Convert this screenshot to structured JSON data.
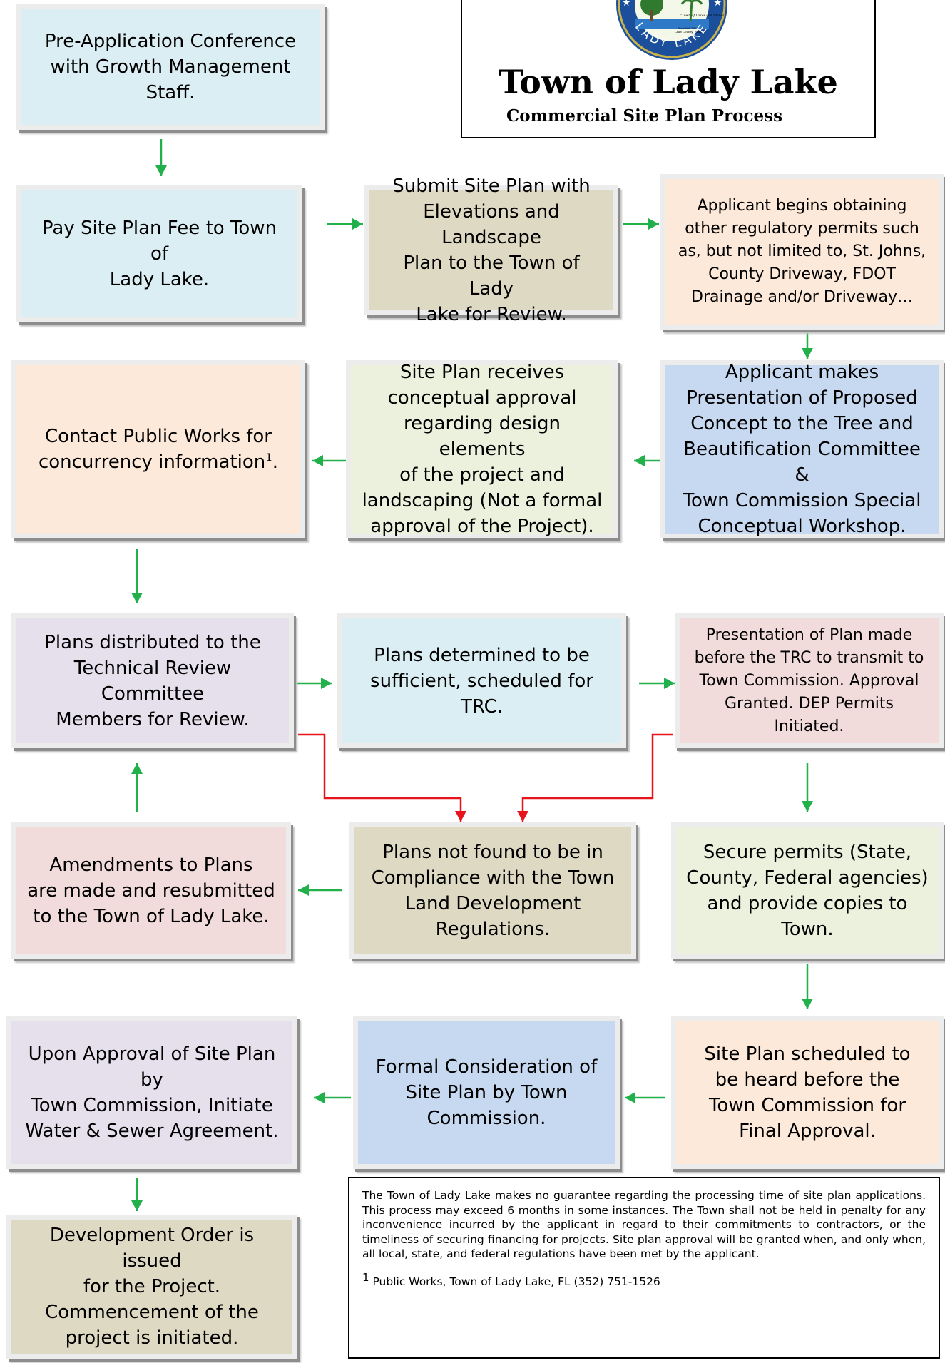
{
  "header": {
    "title": "Town of Lady Lake",
    "subtitle": "Commercial Site Plan Process",
    "seal": {
      "ring_text": "LADY LAKE",
      "motto": "\"Town of Lakes and Smiles\"",
      "founded": "Founded 1925",
      "county": "Lake County, Florida",
      "colors": {
        "ring": "#1b4f9c",
        "inner": "#f4f8e8",
        "tree": "#2f7a2e",
        "sun": "#f6d02c",
        "water": "#2e79c7"
      }
    }
  },
  "steps": [
    {
      "lines": [
        "Pre-Application Conference",
        "with Growth Management",
        "Staff."
      ]
    },
    {
      "lines": [
        "Pay Site Plan Fee to Town of",
        "Lady Lake."
      ]
    },
    {
      "lines": [
        "Submit Site Plan with",
        "Elevations and Landscape",
        "Plan to the Town of Lady",
        "Lake for Review."
      ]
    },
    {
      "lines": [
        "Applicant begins obtaining",
        "other regulatory permits such",
        "as, but not limited to, St. Johns,",
        "County Driveway, FDOT",
        "Drainage and/or Driveway…"
      ]
    },
    {
      "lines": [
        "Applicant makes",
        "Presentation of Proposed",
        "Concept to the Tree and",
        "Beautification Committee &",
        "Town Commission Special",
        "Conceptual Workshop."
      ]
    },
    {
      "lines": [
        "Site Plan receives",
        "conceptual approval",
        "regarding design elements",
        "of the project and",
        "landscaping (Not a formal",
        "approval of the Project)."
      ]
    },
    {
      "lines": [
        "Contact Public Works for",
        "concurrency information"
      ],
      "footnote_mark": "1",
      "tail": "."
    },
    {
      "lines": [
        "Plans distributed to the",
        "Technical Review",
        "Committee",
        "Members for Review."
      ]
    },
    {
      "lines": [
        "Plans determined to be",
        "sufficient, scheduled for TRC."
      ]
    },
    {
      "lines": [
        "Presentation of Plan made",
        "before the TRC to transmit to",
        "Town Commission. Approval",
        "Granted.  DEP Permits",
        "Initiated."
      ]
    },
    {
      "lines": [
        "Plans not found to be in",
        "Compliance with the Town",
        "Land Development",
        "Regulations."
      ]
    },
    {
      "lines": [
        "Amendments to Plans",
        "are made and resubmitted",
        "to the Town of Lady Lake."
      ]
    },
    {
      "lines": [
        "Secure permits (State,",
        "County, Federal agencies)",
        "and provide copies to",
        "Town."
      ]
    },
    {
      "lines": [
        "Site Plan scheduled to",
        "be heard before the",
        "Town Commission for",
        "Final Approval."
      ]
    },
    {
      "lines": [
        "Formal Consideration of",
        "Site Plan by Town",
        "Commission."
      ]
    },
    {
      "lines": [
        "Upon Approval of Site Plan by",
        "Town Commission, Initiate",
        "Water & Sewer Agreement."
      ]
    },
    {
      "lines": [
        "Development Order is issued",
        "for the Project.",
        "Commencement of the",
        "project is initiated."
      ]
    }
  ],
  "connectors": [
    {
      "from": 0,
      "to": 1,
      "kind": "flow"
    },
    {
      "from": 1,
      "to": 2,
      "kind": "flow"
    },
    {
      "from": 2,
      "to": 3,
      "kind": "flow"
    },
    {
      "from": 3,
      "to": 4,
      "kind": "flow"
    },
    {
      "from": 4,
      "to": 5,
      "kind": "flow"
    },
    {
      "from": 5,
      "to": 6,
      "kind": "flow"
    },
    {
      "from": 6,
      "to": 7,
      "kind": "flow"
    },
    {
      "from": 7,
      "to": 8,
      "kind": "flow"
    },
    {
      "from": 8,
      "to": 9,
      "kind": "flow"
    },
    {
      "from": 9,
      "to": 12,
      "kind": "flow"
    },
    {
      "from": 7,
      "to": 10,
      "kind": "non-compliance"
    },
    {
      "from": 9,
      "to": 10,
      "kind": "non-compliance"
    },
    {
      "from": 10,
      "to": 11,
      "kind": "flow"
    },
    {
      "from": 11,
      "to": 7,
      "kind": "flow"
    },
    {
      "from": 12,
      "to": 13,
      "kind": "flow"
    },
    {
      "from": 13,
      "to": 14,
      "kind": "flow"
    },
    {
      "from": 14,
      "to": 15,
      "kind": "flow"
    },
    {
      "from": 15,
      "to": 16,
      "kind": "flow"
    }
  ],
  "connector_colors": {
    "flow": "#22b04b",
    "non-compliance": "#e8141b"
  },
  "disclaimer": {
    "text": "The Town of Lady Lake makes no guarantee regarding the processing time of site plan applications. This process may exceed 6 months in some instances. The Town shall not be held in penalty for any inconvenience incurred by the applicant in regard to their commitments to contractors, or the timeliness of securing financing for projects. Site plan approval will be granted when, and only when, all local, state, and federal regulations have been met by the applicant.",
    "footnote_mark": "1",
    "footnote_text": " Public Works, Town of Lady Lake, FL (352) 751-1526"
  }
}
